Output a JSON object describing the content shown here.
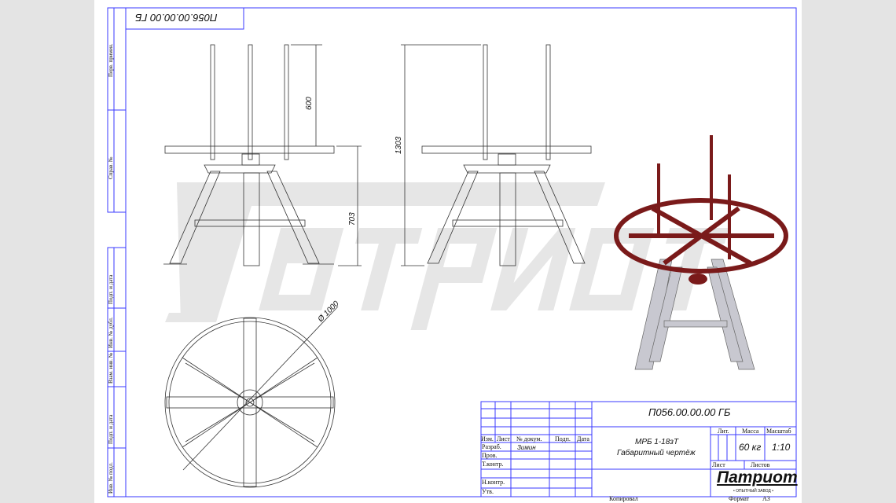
{
  "drawing": {
    "code": "П056.00.00.00 ГБ",
    "code_rotated": "П056.00.00.00 ГБ",
    "product": "МРБ 1-18зТ",
    "title": "Габаритный чертёж",
    "mass": "60 кг",
    "scale": "1:10",
    "dimensions": {
      "spindle_height": "600",
      "total_height": "1303",
      "base_height": "703",
      "diameter": "Ø 1000"
    },
    "watermark": "Патриот",
    "colors": {
      "frame": "#3a3aff",
      "model": "#7a1a1a",
      "line": "#333333"
    }
  },
  "title_block": {
    "headers": {
      "izm": "Изм.",
      "list": "Лист",
      "doc": "№ докум.",
      "sign": "Подп.",
      "date": "Дата"
    },
    "rows": {
      "razrab": "Разраб.",
      "prov": "Пров.",
      "tkontr": "Т.контр.",
      "nkontr": "Н.контр.",
      "utv": "Утв."
    },
    "developer": "Зимин",
    "lit": "Лит.",
    "massa": "Масса",
    "masshtab": "Масштаб",
    "sheet": "Лист",
    "sheets": "Листов",
    "logo": "Патриот",
    "logo_sub": "• ОПЫТНЫЙ ЗАВОД •",
    "copied": "Копировал",
    "format_label": "Формат",
    "format": "А3"
  },
  "side_stamps": [
    "Перв. примен.",
    "Справ. №",
    "Подп. и дата",
    "Инв. № дубл.",
    "Взам. инв. №",
    "Подп. и дата",
    "Инв. № подл."
  ]
}
